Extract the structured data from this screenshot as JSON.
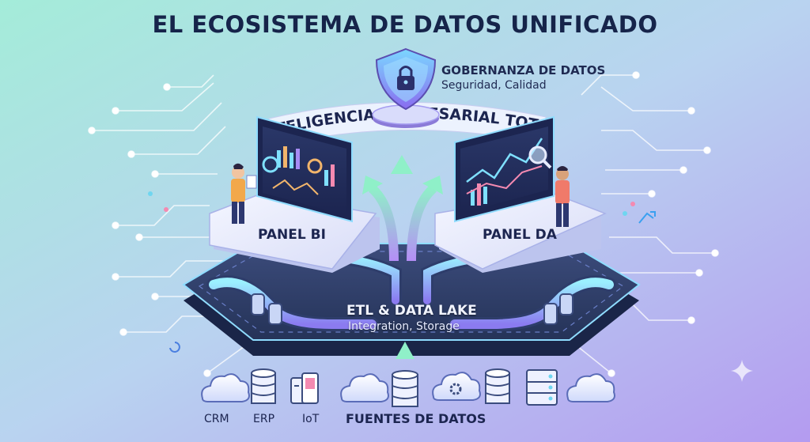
{
  "title": "EL ECOSISTEMA DE DATOS UNIFICADO",
  "governance": {
    "title": "GOBERNANZA DE DATOS",
    "subtitle": "Seguridad, Calidad",
    "icon": "lock-shield-icon"
  },
  "banner": "INTELIGENCIA EMPRESARIAL TOTAL",
  "panels": {
    "bi": {
      "label": "PANEL BI"
    },
    "da": {
      "label": "PANEL DA"
    }
  },
  "etl": {
    "title": "ETL & DATA LAKE",
    "subtitle": "Integration, Storage"
  },
  "sources": {
    "title": "FUENTES DE DATOS",
    "labels": [
      "CRM",
      "ERP",
      "IoT"
    ],
    "icons": [
      "cloud-icon",
      "database-icon",
      "iot-device-icon",
      "cloud-icon",
      "database-icon",
      "cloud-gear-icon",
      "database-icon",
      "server-icon",
      "cloud-icon"
    ]
  },
  "colors": {
    "bg_start": "#9fe7d8",
    "bg_end": "#b59cf0",
    "platform": "#2f3f6b",
    "pipe": "#7fd8ff",
    "accent_purple": "#a68cf5",
    "title": "#16244a"
  }
}
